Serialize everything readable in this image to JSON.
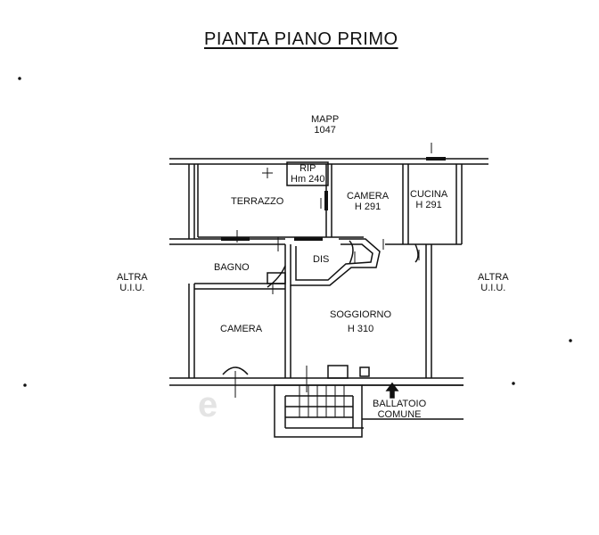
{
  "title": "PIANTA PIANO PRIMO",
  "labels": {
    "mapp": "MAPP",
    "mapp_number": "1047",
    "altra_left_1": "ALTRA",
    "altra_left_2": "U.I.U.",
    "altra_right_1": "ALTRA",
    "altra_right_2": "U.I.U.",
    "rip": "RIP",
    "rip_height": "Hm 240",
    "terrazzo": "TERRAZZO",
    "camera_top": "CAMERA",
    "camera_top_height": "H 291",
    "cucina": "CUCINA",
    "cucina_height": "H 291",
    "dis": "DIS",
    "bagno": "BAGNO",
    "camera_bottom": "CAMERA",
    "soggiorno": "SOGGIORNO",
    "soggiorno_height": "H 310",
    "ballatoio": "BALLATOIO",
    "comune": "COMUNE"
  },
  "watermark": "e"
}
